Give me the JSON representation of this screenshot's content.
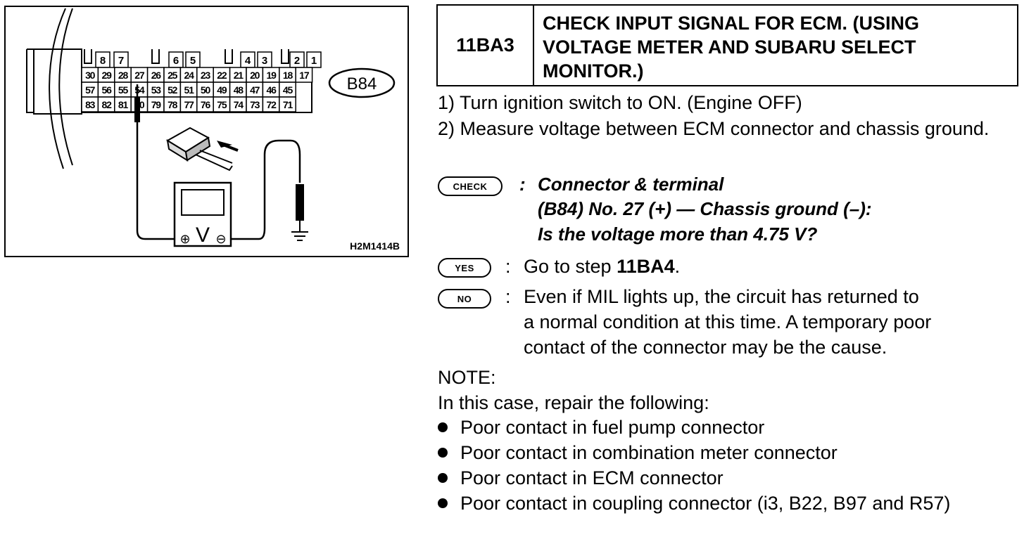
{
  "figure": {
    "connector_label": "B84",
    "figure_code": "H2M1414B",
    "top_pins": [
      "8",
      "7",
      "6",
      "5",
      "4",
      "3",
      "2",
      "1"
    ],
    "row1": [
      "30",
      "29",
      "28",
      "27",
      "26",
      "25",
      "24",
      "23",
      "22",
      "21",
      "20",
      "19",
      "18",
      "17"
    ],
    "row2": [
      "57",
      "56",
      "55",
      "54",
      "53",
      "52",
      "51",
      "50",
      "49",
      "48",
      "47",
      "46",
      "45"
    ],
    "row3": [
      "83",
      "82",
      "81",
      "80",
      "79",
      "78",
      "77",
      "76",
      "75",
      "74",
      "73",
      "72",
      "71"
    ],
    "meter_symbol": "V",
    "plus_symbol": "⊕",
    "minus_symbol": "⊖"
  },
  "step": {
    "id": "11BA3",
    "title_lines": [
      "CHECK INPUT SIGNAL FOR ECM. (USING",
      "VOLTAGE METER AND SUBARU SELECT",
      "MONITOR.)"
    ]
  },
  "instructions": [
    "1) Turn ignition switch to ON. (Engine OFF)",
    "2) Measure voltage between ECM connector and chassis ground."
  ],
  "check": {
    "badge": "CHECK",
    "colon": ":",
    "lines": [
      "Connector & terminal",
      "(B84) No. 27 (+) — Chassis ground (–):",
      "Is the voltage more than 4.75 V?"
    ]
  },
  "yes": {
    "badge": "YES",
    "colon": ":",
    "text_prefix": "Go to step ",
    "step_ref": "11BA4",
    "text_suffix": "."
  },
  "no": {
    "badge": "NO",
    "colon": ":",
    "lines": [
      "Even if MIL lights up, the circuit has returned to",
      "a normal condition at this time. A temporary poor",
      "contact of the connector may be the cause."
    ]
  },
  "note": {
    "label": "NOTE:",
    "intro": "In this case, repair the following:",
    "items": [
      "Poor contact in fuel pump connector",
      "Poor contact in combination meter connector",
      "Poor contact in ECM connector",
      "Poor contact in coupling connector (i3, B22, B97 and R57)"
    ]
  }
}
